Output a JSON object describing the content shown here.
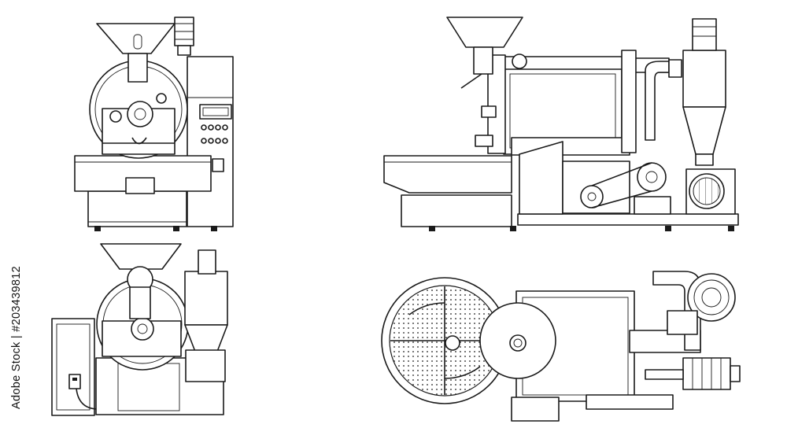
{
  "watermark": {
    "vertical_text": "Adobe Stock | #203439812"
  },
  "views": [
    {
      "id": "front",
      "icon": "roaster-front-view-icon"
    },
    {
      "id": "side",
      "icon": "roaster-side-view-icon"
    },
    {
      "id": "rear-left",
      "icon": "roaster-left-view-icon"
    },
    {
      "id": "top",
      "icon": "roaster-top-view-icon"
    }
  ],
  "colors": {
    "line": "#1a1a1a",
    "background": "#ffffff",
    "panel_fill": "#e9e9e9"
  }
}
